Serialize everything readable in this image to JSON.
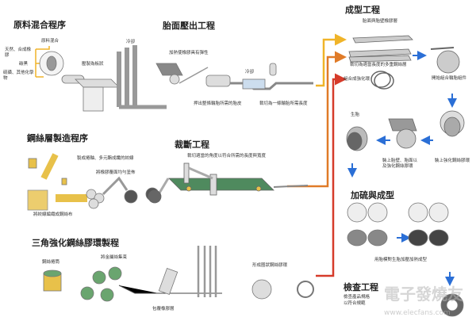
{
  "sections": {
    "mixing": {
      "title": "原料混合程序",
      "labels": [
        "原料混合",
        "天然、合成橡膠",
        "碳黑",
        "硫磺、其他化學物",
        "壓製為板狀",
        "冷卻"
      ]
    },
    "tread": {
      "title": "胎面壓出工程",
      "labels": [
        "加熱使橡膠具有彈性",
        "冷卻",
        "押出整條輪胎所需的胎皮",
        "裁切為一條輪胎所需長度"
      ]
    },
    "building": {
      "title": "成型工程",
      "labels": [
        "胎面與胎壁橡膠層",
        "裁切為適當長度的多重鋼絲層",
        "組合成強化環",
        "開始組合輪胎組件",
        "生胎",
        "裝上胎壁、胎面以及強化鋼絲膠環",
        "裝上強化鋼絲膠環"
      ]
    },
    "ply": {
      "title": "鋼絲層製造程序",
      "labels": [
        "製成捲軸、多元酯成纖的絞線",
        "將橡膠覆面均勻塗佈",
        "將絞線編織成鋼絲布"
      ]
    },
    "cutting": {
      "title": "裁斷工程",
      "labels": [
        "裁切適當的角度以符合所需的長度與寬度"
      ]
    },
    "curing": {
      "title": "加硫與成型",
      "labels": [
        "用胎模對生胎加壓加熱成型"
      ]
    },
    "bead": {
      "title": "三角強化鋼絲膠環製程",
      "labels": [
        "鋼絲捲筒",
        "將金屬絲集束",
        "包覆橡膠層",
        "形成圈狀鋼絲膠環"
      ]
    },
    "inspection": {
      "title": "檢查工程",
      "labels": [
        "檢查產品規格",
        "以符合規範"
      ]
    }
  },
  "watermark": {
    "text": "電子發燒友",
    "url": "www.elecfans.com"
  },
  "colors": {
    "yellow_flow": "#f0b429",
    "orange_flow": "#e07b28",
    "red_flow": "#d63b2a",
    "step_arrow": "#2b6fd6",
    "belt": "#4f8a5e",
    "spool_green": "#6aa56f",
    "spool_yellow": "#e8c14a"
  }
}
